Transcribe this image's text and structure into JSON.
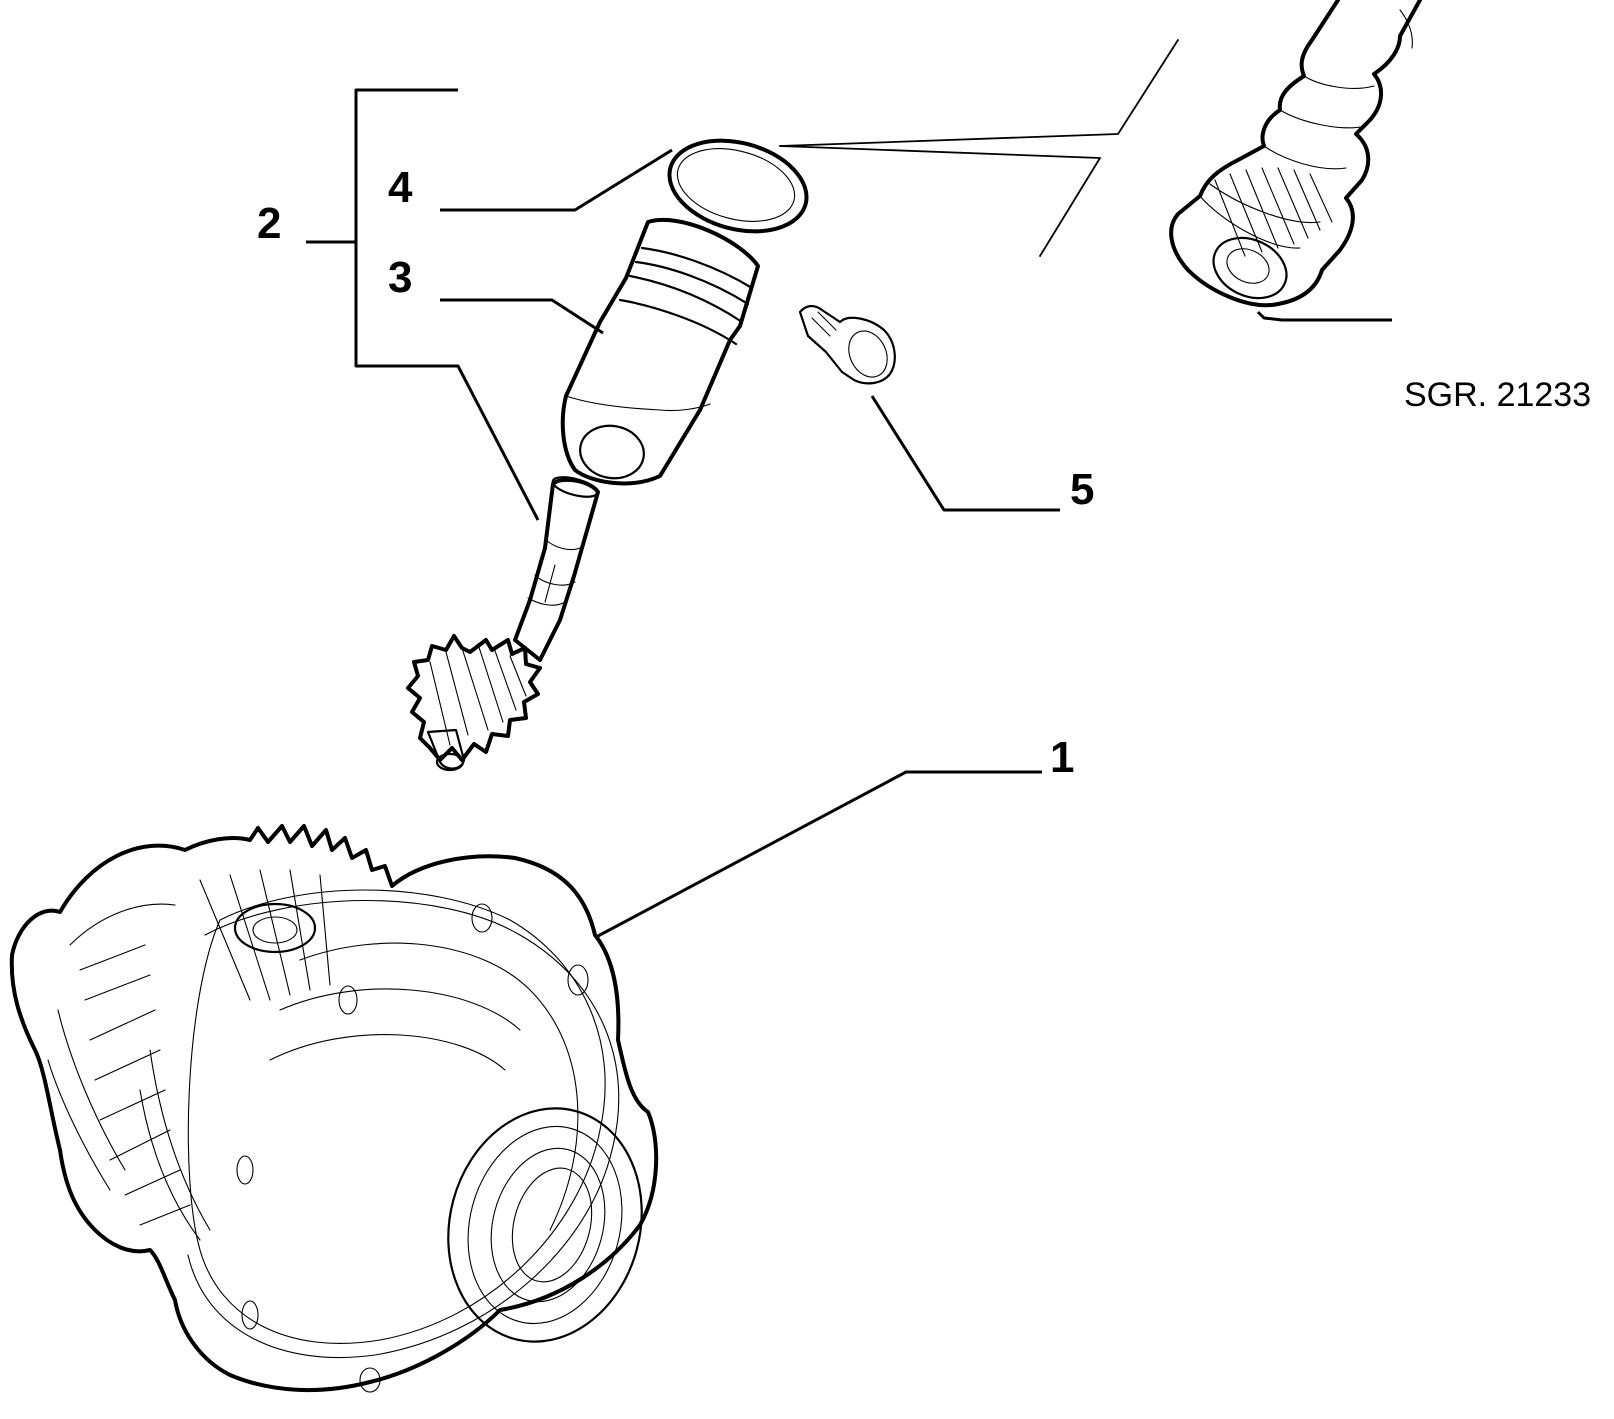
{
  "callouts": {
    "c1": "1",
    "c2": "2",
    "c3": "3",
    "c4": "4",
    "c5": "5"
  },
  "reference": "SGR. 21233",
  "colors": {
    "ink": "#000000",
    "background": "#ffffff"
  }
}
